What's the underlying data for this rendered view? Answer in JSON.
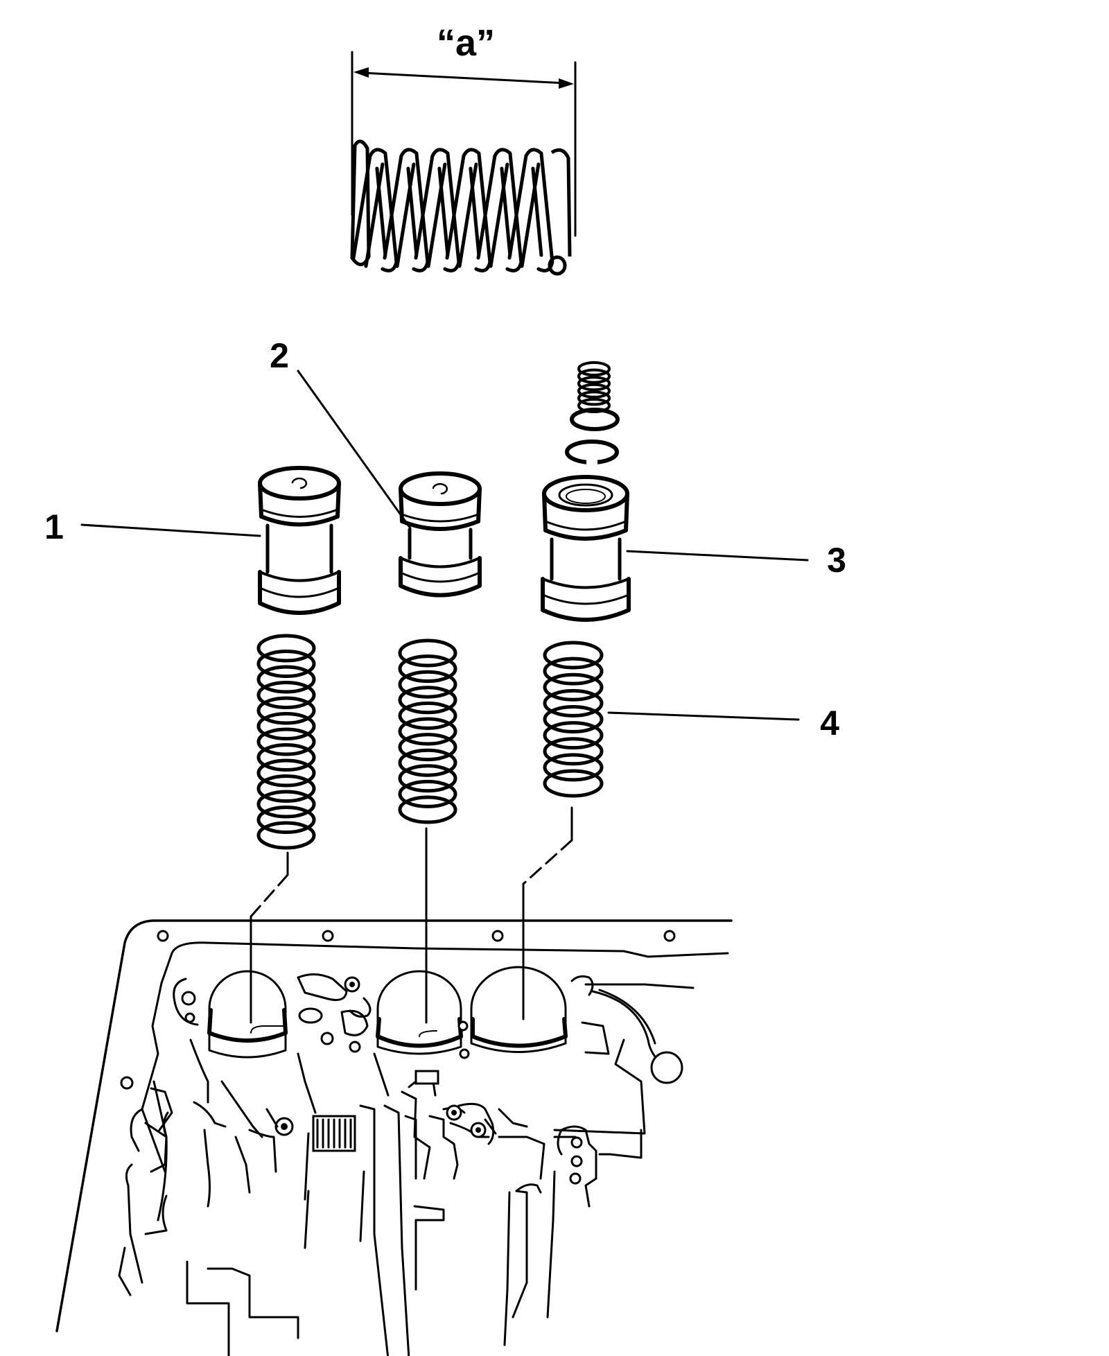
{
  "figure": {
    "dimension_label": "“a”",
    "callouts": [
      {
        "number": "1"
      },
      {
        "number": "2"
      },
      {
        "number": "3"
      },
      {
        "number": "4"
      }
    ]
  }
}
